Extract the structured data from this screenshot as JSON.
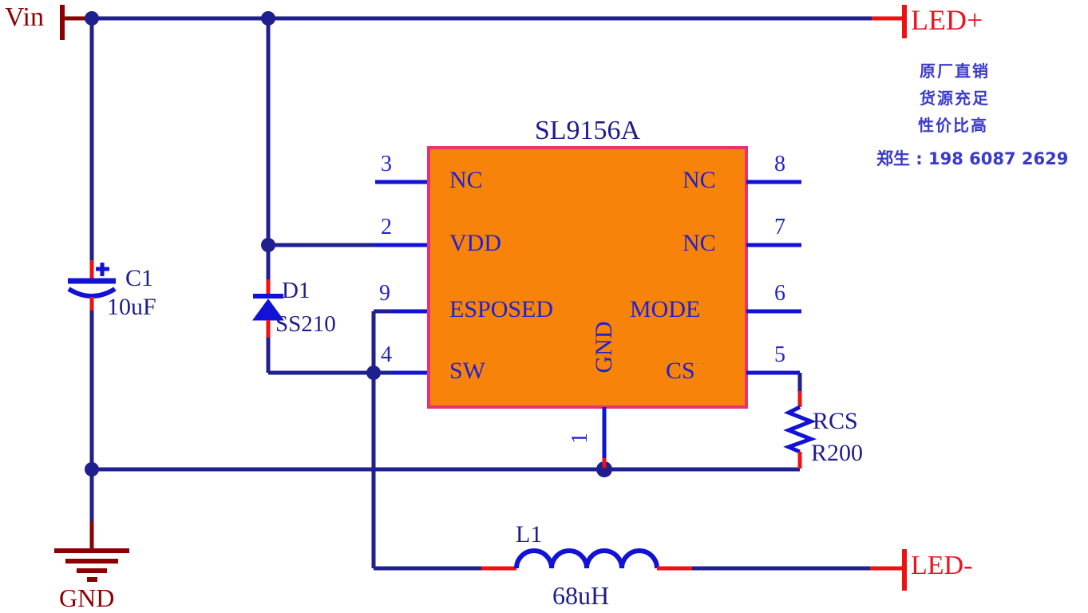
{
  "schematic": {
    "ic": {
      "title": "SL9156A",
      "left_pins": [
        {
          "number": "3",
          "name": "NC"
        },
        {
          "number": "2",
          "name": "VDD"
        },
        {
          "number": "9",
          "name": "ESPOSED"
        },
        {
          "number": "4",
          "name": "SW"
        }
      ],
      "right_pins": [
        {
          "number": "8",
          "name": "NC"
        },
        {
          "number": "7",
          "name": "NC"
        },
        {
          "number": "6",
          "name": "MODE"
        },
        {
          "number": "5",
          "name": "CS"
        }
      ],
      "bottom_pin": {
        "number": "1",
        "name": "GND"
      }
    },
    "terminals": {
      "input": "Vin",
      "ground": "GND",
      "led_pos": "LED+",
      "led_neg": "LED-"
    },
    "components": {
      "capacitor": {
        "ref": "C1",
        "value": "10uF"
      },
      "diode": {
        "ref": "D1",
        "value": "SS210"
      },
      "inductor": {
        "ref": "L1",
        "value": "68uH"
      },
      "sense_resistor": {
        "ref": "RCS",
        "value": "R200"
      }
    }
  },
  "ad": {
    "lines": [
      "原厂直销",
      "货源充足",
      "性价比高"
    ],
    "contact": "郑生 : 198 6087 2629"
  },
  "colors": {
    "wire_navy": "#1f1f8f",
    "component_blue": "#1212d6",
    "pin_text_blue": "#2222cc",
    "label_navy": "#1c1c8c",
    "net_red": "#ee1111",
    "terminal_dark_red": "#8b0000",
    "led_label_red": "#ee1122",
    "ic_fill": "#f8830a",
    "ic_border": "#e8336e",
    "ad_blue": "#3a3ac8"
  }
}
